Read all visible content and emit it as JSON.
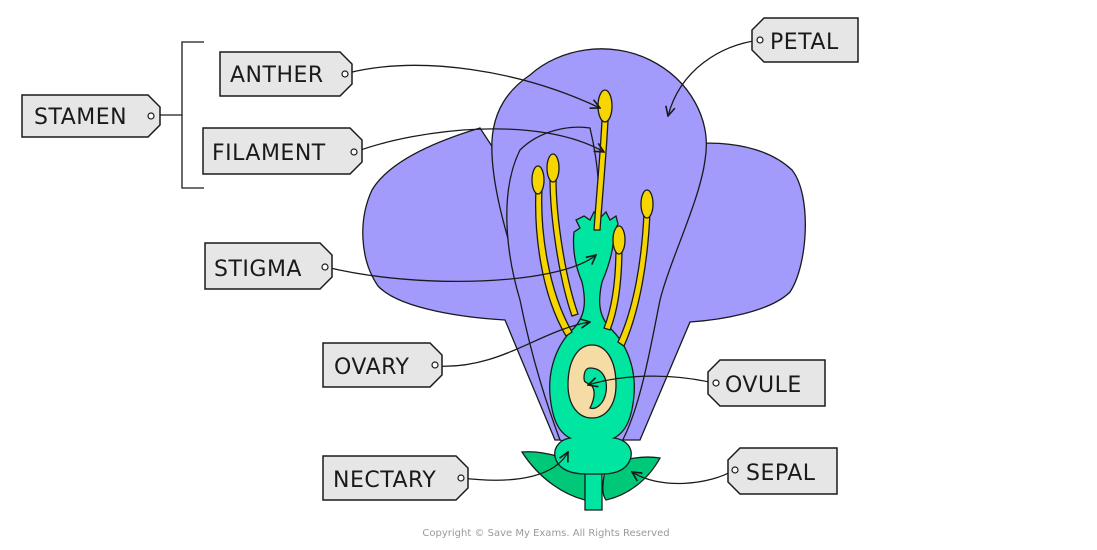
{
  "labels": {
    "stamen": "STAMEN",
    "anther": "ANTHER",
    "filament": "FILAMENT",
    "stigma": "STIGMA",
    "ovary": "OVARY",
    "nectary": "NECTARY",
    "petal": "PETAL",
    "ovule": "OVULE",
    "sepal": "SEPAL"
  },
  "copyright": "Copyright © Save My Exams. All Rights Reserved",
  "colors": {
    "petal": "#a29bfb",
    "pistil": "#00e5a0",
    "sepal": "#00c879",
    "anther": "#f7d600",
    "ovule": "#f5dca5",
    "tag_fill": "#e6e6e6",
    "outline": "#1a1a1a"
  }
}
